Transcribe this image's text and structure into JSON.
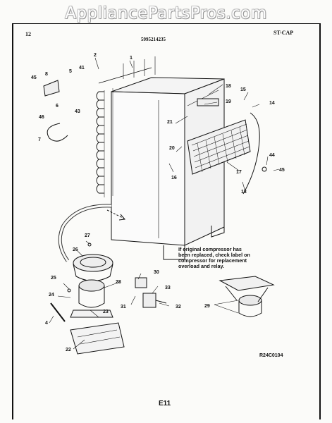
{
  "watermark": "AppliancePartsPros.com",
  "header": {
    "page_number": "12",
    "publication": "5995214235",
    "section_code": "ST-CAP"
  },
  "note_lines": [
    "If original compressor has",
    "been replaced, check label on",
    "compressor for replacement",
    "overload and relay."
  ],
  "figure_code": "R24C0104",
  "footer_code": "E11",
  "callouts": [
    "1",
    "2",
    "4",
    "5",
    "6",
    "7",
    "8",
    "13",
    "14",
    "15",
    "16",
    "17",
    "18",
    "19",
    "20",
    "21",
    "22",
    "23",
    "24",
    "25",
    "26",
    "27",
    "28",
    "29",
    "30",
    "31",
    "32",
    "33",
    "41",
    "43",
    "44",
    "45",
    "46"
  ]
}
